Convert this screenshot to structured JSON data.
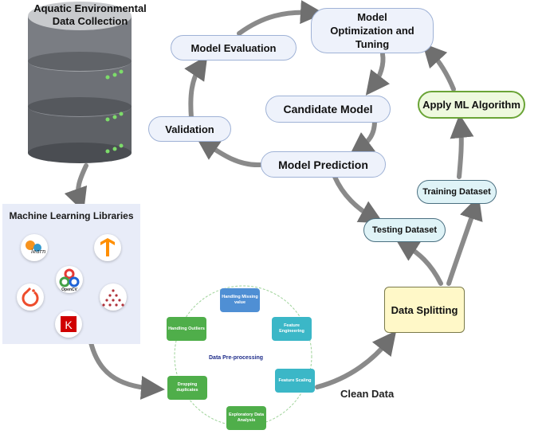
{
  "database": {
    "title": "Aquatic Environmental Data Collection"
  },
  "ml_libraries": {
    "title": "Machine Learning Libraries",
    "icons": [
      "scikit-learn-icon",
      "tensorflow-icon",
      "pytorch-icon",
      "opencv-icon",
      "dots-network-icon",
      "keras-icon"
    ],
    "opencv_label": "OpenCV",
    "sklearn_label": "learn",
    "keras_label": "K"
  },
  "preprocessing": {
    "title": "Data Pre-processing",
    "steps": {
      "missing": "Handling Missing value",
      "feature_eng": "Feature Engineering",
      "scaling": "Feature Scaling",
      "eda": "Exploratory Data Analysis",
      "duplicates": "Dropping duplicates",
      "outliers": "Handling Outliers"
    },
    "colors": {
      "blue": "#4f8fd4",
      "teal": "#3bb7c7",
      "green": "#4fae4a"
    }
  },
  "clean_data_label": "Clean Data",
  "data_splitting": "Data Splitting",
  "testing_dataset": "Testing Dataset",
  "training_dataset": "Training Dataset",
  "apply_ml": "Apply ML Algorithm",
  "model_optimization": "Model Optimization and Tuning",
  "model_evaluation": "Model Evaluation",
  "candidate_model": "Candidate Model",
  "validation": "Validation",
  "model_prediction": "Model Prediction"
}
